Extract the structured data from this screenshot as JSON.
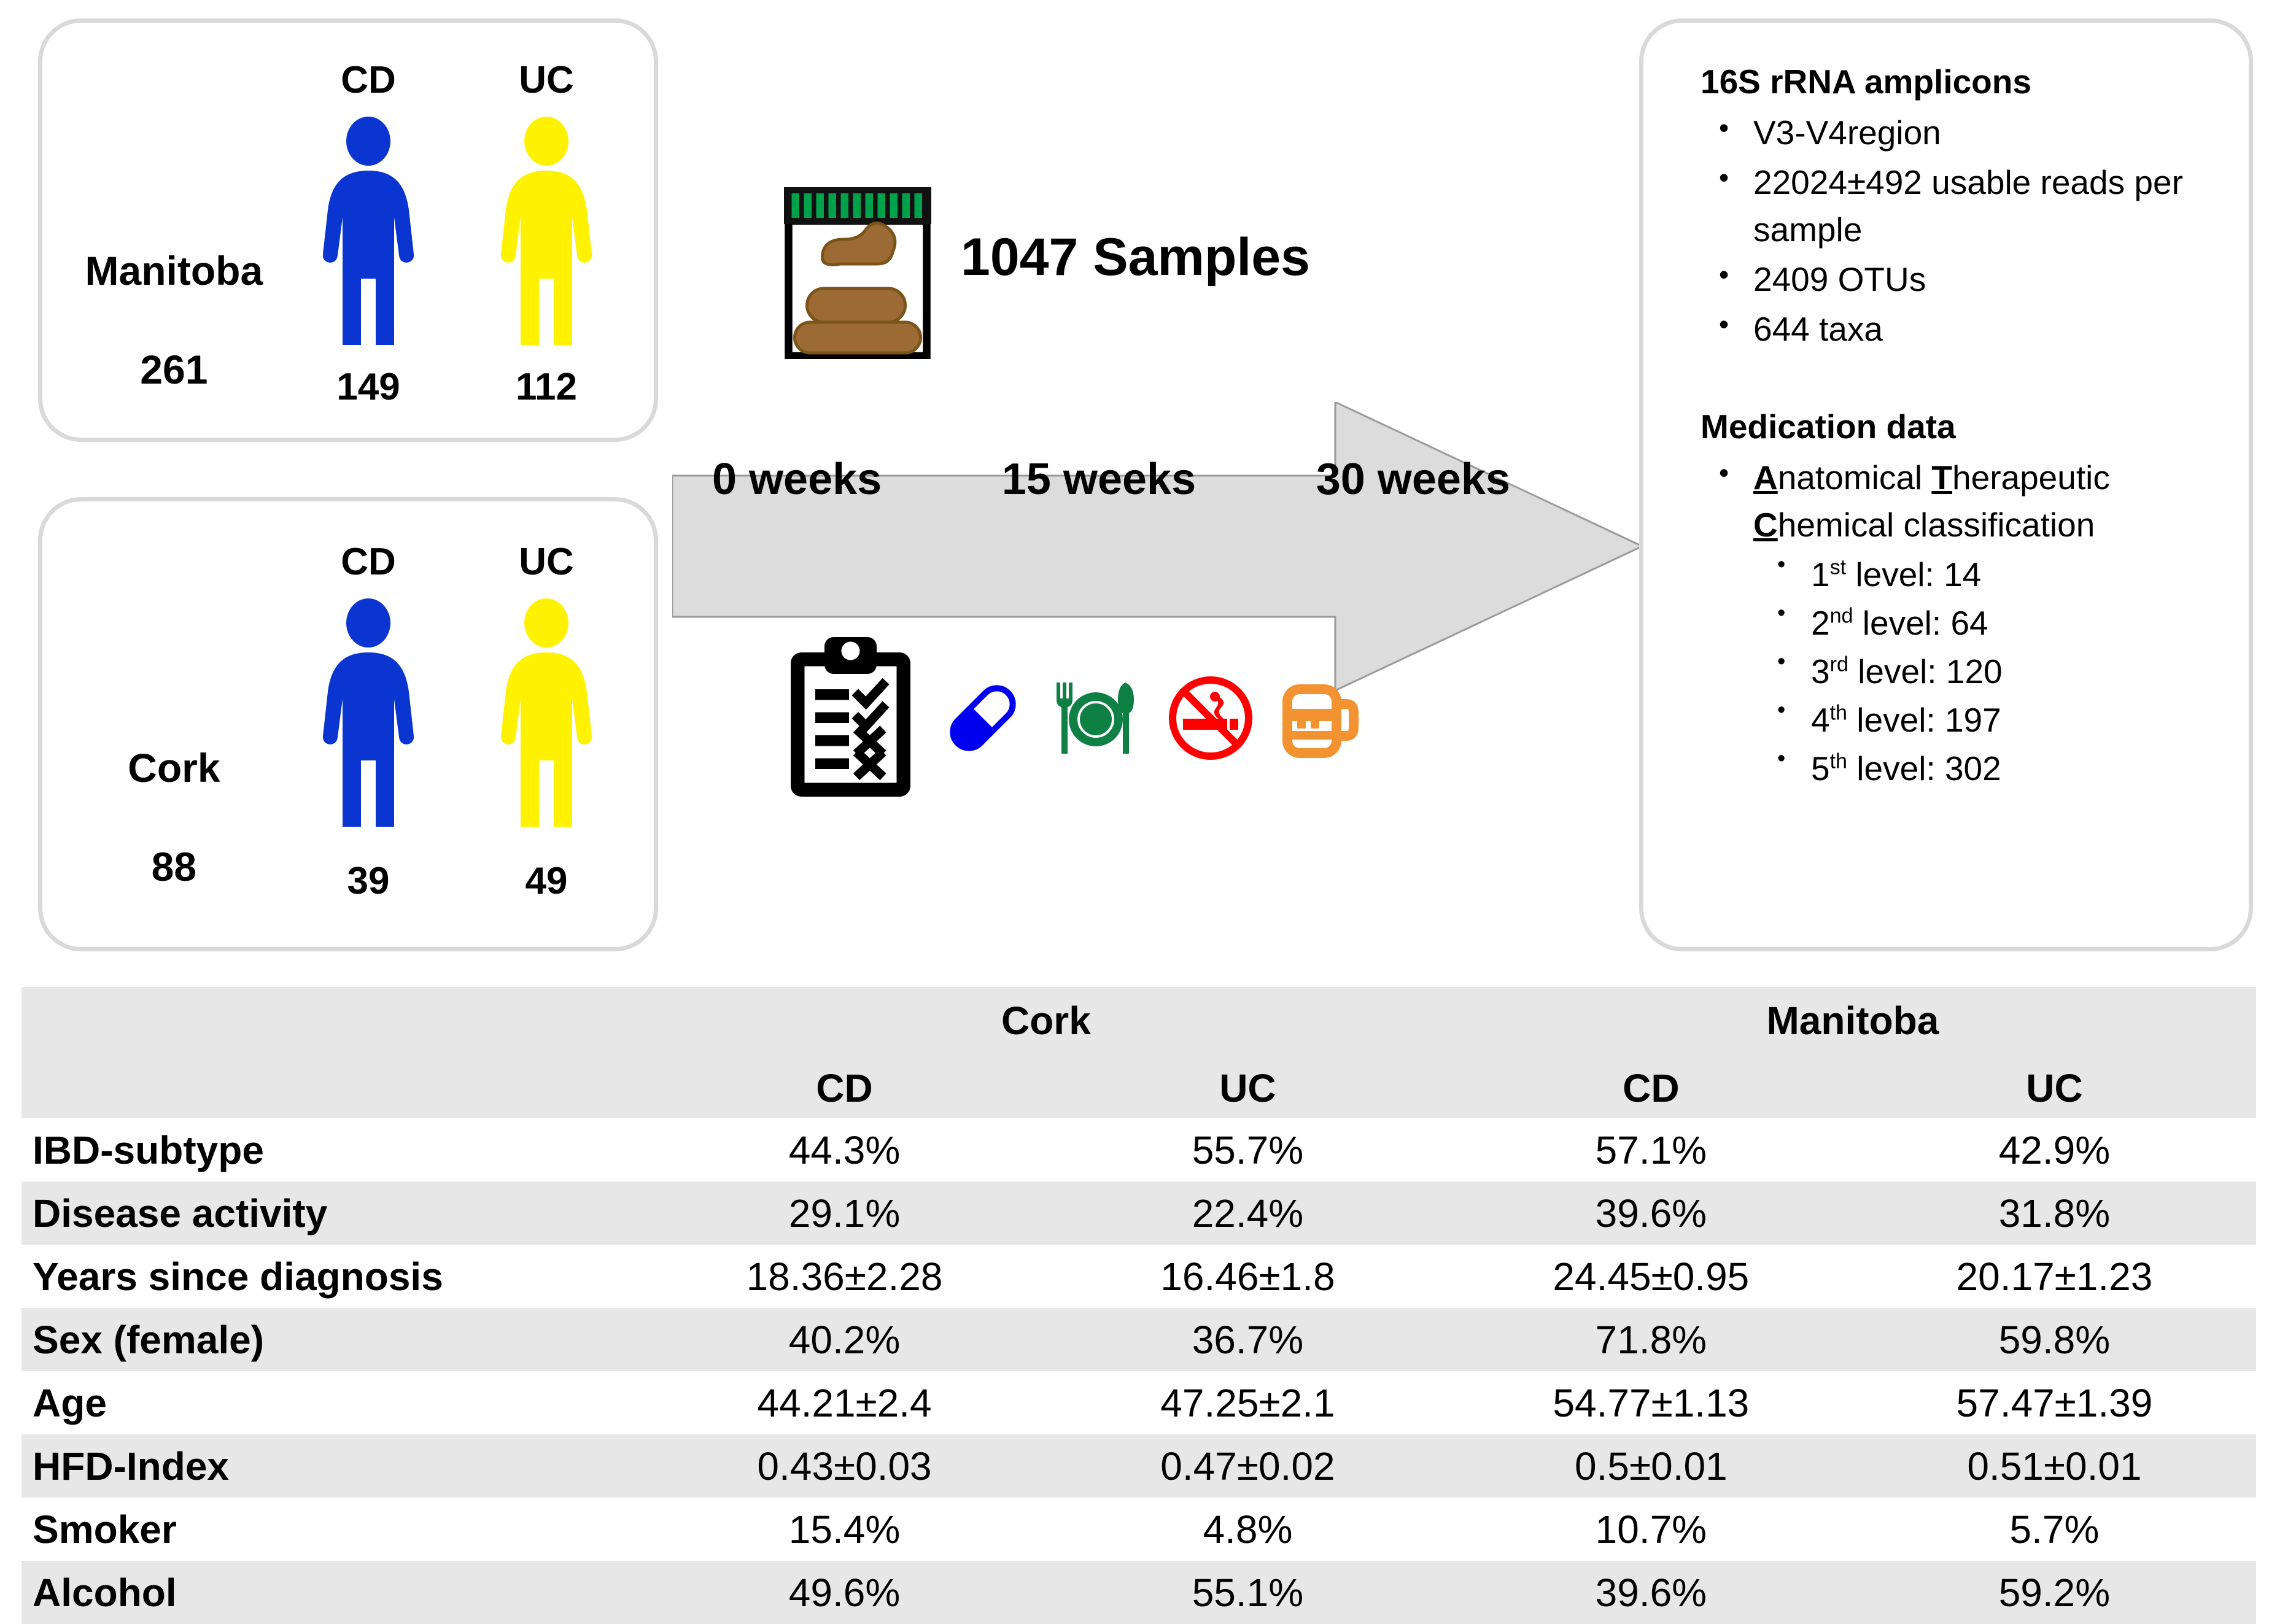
{
  "cohorts": [
    {
      "name": "Manitoba",
      "total": "261",
      "groups": [
        {
          "label": "CD",
          "count": "149",
          "color": "#0A35D0"
        },
        {
          "label": "UC",
          "count": "112",
          "color": "#FFF200"
        }
      ]
    },
    {
      "name": "Cork",
      "total": "88",
      "groups": [
        {
          "label": "CD",
          "count": "39",
          "color": "#0A35D0"
        },
        {
          "label": "UC",
          "count": "49",
          "color": "#FFF200"
        }
      ]
    }
  ],
  "center": {
    "samples_label": "1047 Samples",
    "timepoints": [
      "0 weeks",
      "15 weeks",
      "30 weeks"
    ],
    "icons": [
      "clipboard-checklist-icon",
      "pill-capsule-icon",
      "plate-fork-knife-icon",
      "no-smoking-icon",
      "beer-mug-icon"
    ],
    "jar_icon": "stool-sample-jar-icon",
    "arrow_icon": "right-arrow"
  },
  "results": {
    "section1_title": "16S rRNA amplicons",
    "section1_items": [
      "V3-V4region",
      "22024±492 usable reads per sample",
      "2409 OTUs",
      "644 taxa"
    ],
    "section2_title": "Medication data",
    "section2_item_prefix_a": "A",
    "section2_item_a_rest": "natomical ",
    "section2_item_prefix_t": "T",
    "section2_item_t_rest": "herapeutic ",
    "section2_item_prefix_c": "C",
    "section2_item_c_rest": "hemical classification",
    "atc_levels": [
      {
        "ordinal": "1",
        "suffix": "st",
        "text": " level: 14"
      },
      {
        "ordinal": "2",
        "suffix": "nd",
        "text": " level: 64"
      },
      {
        "ordinal": "3",
        "suffix": "rd",
        "text": " level: 120"
      },
      {
        "ordinal": "4",
        "suffix": "th",
        "text": " level: 197"
      },
      {
        "ordinal": "5",
        "suffix": "th",
        "text": " level: 302"
      }
    ]
  },
  "table": {
    "group_headers": [
      "Cork",
      "Manitoba"
    ],
    "sub_headers": [
      "CD",
      "UC",
      "CD",
      "UC"
    ],
    "rows": [
      {
        "label": "IBD-subtype",
        "values": [
          "44.3%",
          "55.7%",
          "57.1%",
          "42.9%"
        ]
      },
      {
        "label": "Disease activity",
        "values": [
          "29.1%",
          "22.4%",
          "39.6%",
          "31.8%"
        ]
      },
      {
        "label": "Years since diagnosis",
        "values": [
          "18.36±2.28",
          "16.46±1.8",
          "24.45±0.95",
          "20.17±1.23"
        ]
      },
      {
        "label": "Sex (female)",
        "values": [
          "40.2%",
          "36.7%",
          "71.8%",
          "59.8%"
        ]
      },
      {
        "label": "Age",
        "values": [
          "44.21±2.4",
          "47.25±2.1",
          "54.77±1.13",
          "57.47±1.39"
        ]
      },
      {
        "label": "HFD-Index",
        "values": [
          "0.43±0.03",
          "0.47±0.02",
          "0.5±0.01",
          "0.51±0.01"
        ]
      },
      {
        "label": "Smoker",
        "values": [
          "15.4%",
          "4.8%",
          "10.7%",
          "5.7%"
        ]
      },
      {
        "label": "Alcohol",
        "values": [
          "49.6%",
          "55.1%",
          "39.6%",
          "59.2%"
        ]
      }
    ]
  },
  "colors": {
    "cd_blue": "#0A35D0",
    "uc_yellow": "#FFF200",
    "panel_border": "#D9D9D9",
    "arrow_fill": "#DCDCDC",
    "table_shade": "#E7E7E7",
    "pill_blue": "#0000EE",
    "food_green": "#0E8044",
    "nosmoke_red": "#FF0000",
    "beer_orange": "#F29231",
    "jar_cap_green": "#00A14B",
    "stool_brown": "#9C6B35"
  }
}
